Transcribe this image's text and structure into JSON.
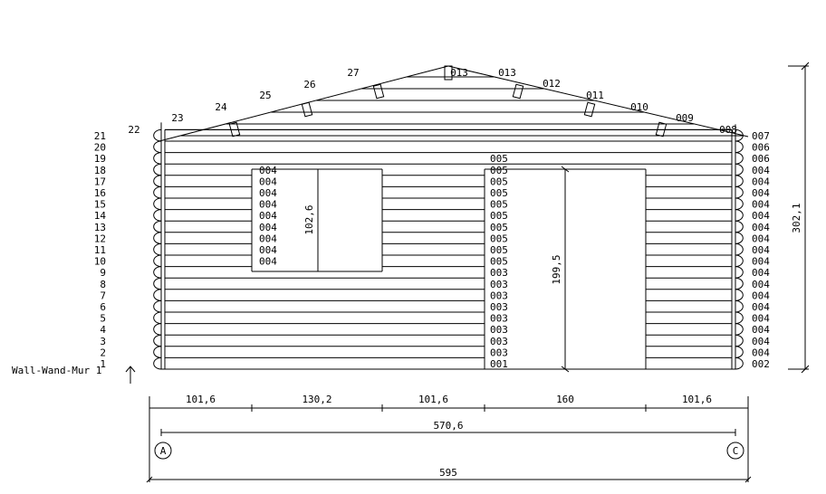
{
  "wall_label": "Wall-Wand-Mur 1",
  "heights": {
    "total": "302,1",
    "window": "102,6",
    "door": "199,5"
  },
  "left_log_numbers": [
    "1",
    "2",
    "3",
    "4",
    "5",
    "6",
    "7",
    "8",
    "9",
    "10",
    "11",
    "12",
    "13",
    "14",
    "15",
    "16",
    "17",
    "18",
    "19",
    "20",
    "21"
  ],
  "gable_left_numbers": [
    "22",
    "23",
    "24",
    "25",
    "26",
    "27"
  ],
  "gable_right_codes": [
    "013",
    "013",
    "012",
    "011",
    "010",
    "009",
    "008"
  ],
  "right_log_codes": [
    "002",
    "004",
    "004",
    "004",
    "004",
    "004",
    "004",
    "004",
    "004",
    "004",
    "004",
    "004",
    "004",
    "004",
    "004",
    "004",
    "004",
    "004",
    "006",
    "006",
    "007"
  ],
  "window_left_codes": [
    "004",
    "004",
    "004",
    "004",
    "004",
    "004",
    "004",
    "004",
    "004"
  ],
  "door_left_codes": [
    "001",
    "003",
    "003",
    "003",
    "003",
    "003",
    "003",
    "003",
    "003",
    "005",
    "005",
    "005",
    "005",
    "005",
    "005",
    "005",
    "005",
    "005",
    "005"
  ],
  "dimensions": {
    "segments": [
      "101,6",
      "130,2",
      "101,6",
      "160",
      "101,6"
    ],
    "axis_span": "570,6",
    "total": "595"
  },
  "axes": [
    "A",
    "C"
  ],
  "colors": {
    "line": "#000000",
    "background": "#ffffff"
  }
}
